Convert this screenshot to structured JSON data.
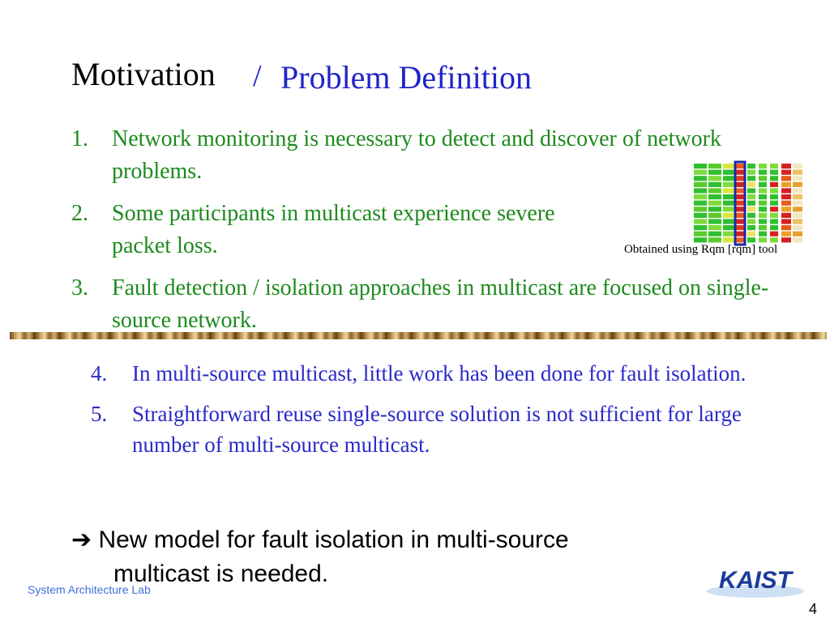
{
  "slide": {
    "title_main": "Motivation",
    "title_sep": "/",
    "title_sub": "Problem Definition",
    "green_items": [
      {
        "num": "1.",
        "text": "Network monitoring is necessary to detect and discover of network problems."
      },
      {
        "num": "2.",
        "text": "Some participants in multicast experience severe packet loss."
      },
      {
        "num": "3.",
        "text": "Fault detection / isolation approaches in multicast are focused on single-source network."
      }
    ],
    "blue_items": [
      {
        "num": "4.",
        "text": "In multi-source multicast, little work has been done for fault isolation."
      },
      {
        "num": "5.",
        "text": "Straightforward reuse single-source solution is not sufficient for large number of multi-source multicast."
      }
    ],
    "conclusion_arrow": "➔",
    "conclusion_line1": "New model for fault isolation in multi-source",
    "conclusion_line2": "multicast is needed.",
    "figure_caption": "Obtained using Rqm [rqm] tool",
    "footer_text": "System Architecture Lab",
    "page_number": "4",
    "logo_text": "KAIST"
  },
  "colors": {
    "title_blue": "#1f24c8",
    "list_green": "#1d8a1d",
    "list_blue": "#2a2ac8",
    "footer_blue": "#3f6fd8",
    "logo_blue": "#1a3a9a"
  }
}
